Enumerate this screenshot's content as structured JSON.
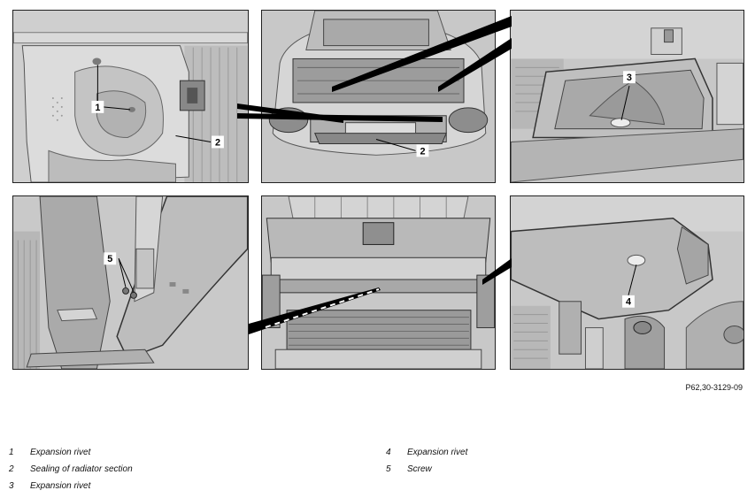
{
  "figure_code": "P62,30-3129-09",
  "callouts": {
    "p1_1": "1",
    "p1_2": "2",
    "p2_2": "2",
    "p3_3": "3",
    "p4_5": "5",
    "p6_4": "4"
  },
  "legend": {
    "left": [
      {
        "num": "1",
        "text": "Expansion rivet"
      },
      {
        "num": "2",
        "text": "Sealing of radiator section"
      },
      {
        "num": "3",
        "text": "Expansion rivet"
      }
    ],
    "right": [
      {
        "num": "4",
        "text": "Expansion rivet"
      },
      {
        "num": "5",
        "text": "Screw"
      }
    ]
  },
  "colors": {
    "panel_background": "#c9c9c9",
    "part_light": "#e2e2e2",
    "part_mid": "#b5b5b5",
    "part_dark": "#6e6e6e",
    "line": "#000000"
  }
}
